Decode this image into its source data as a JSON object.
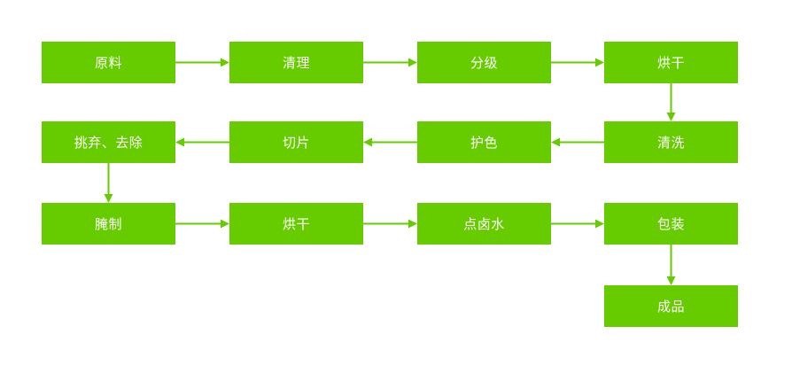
{
  "colors": {
    "node_fill": "#66cc00",
    "node_text": "#ffffff",
    "arrow": "#66cc00",
    "background": "#ffffff"
  },
  "steps": [
    "原料",
    "清理",
    "分级",
    "烘干",
    "清洗",
    "护色",
    "切片",
    "挑弃、去除",
    "腌制",
    "烘干",
    "点卤水",
    "包装",
    "成品"
  ],
  "flow": [
    {
      "from": "原料",
      "to": "清理"
    },
    {
      "from": "清理",
      "to": "分级"
    },
    {
      "from": "分级",
      "to": "烘干"
    },
    {
      "from": "烘干",
      "to": "清洗"
    },
    {
      "from": "清洗",
      "to": "护色"
    },
    {
      "from": "护色",
      "to": "切片"
    },
    {
      "from": "切片",
      "to": "挑弃、去除"
    },
    {
      "from": "挑弃、去除",
      "to": "腌制"
    },
    {
      "from": "腌制",
      "to": "烘干"
    },
    {
      "from": "烘干",
      "to": "点卤水"
    },
    {
      "from": "点卤水",
      "to": "包装"
    },
    {
      "from": "包装",
      "to": "成品"
    }
  ]
}
